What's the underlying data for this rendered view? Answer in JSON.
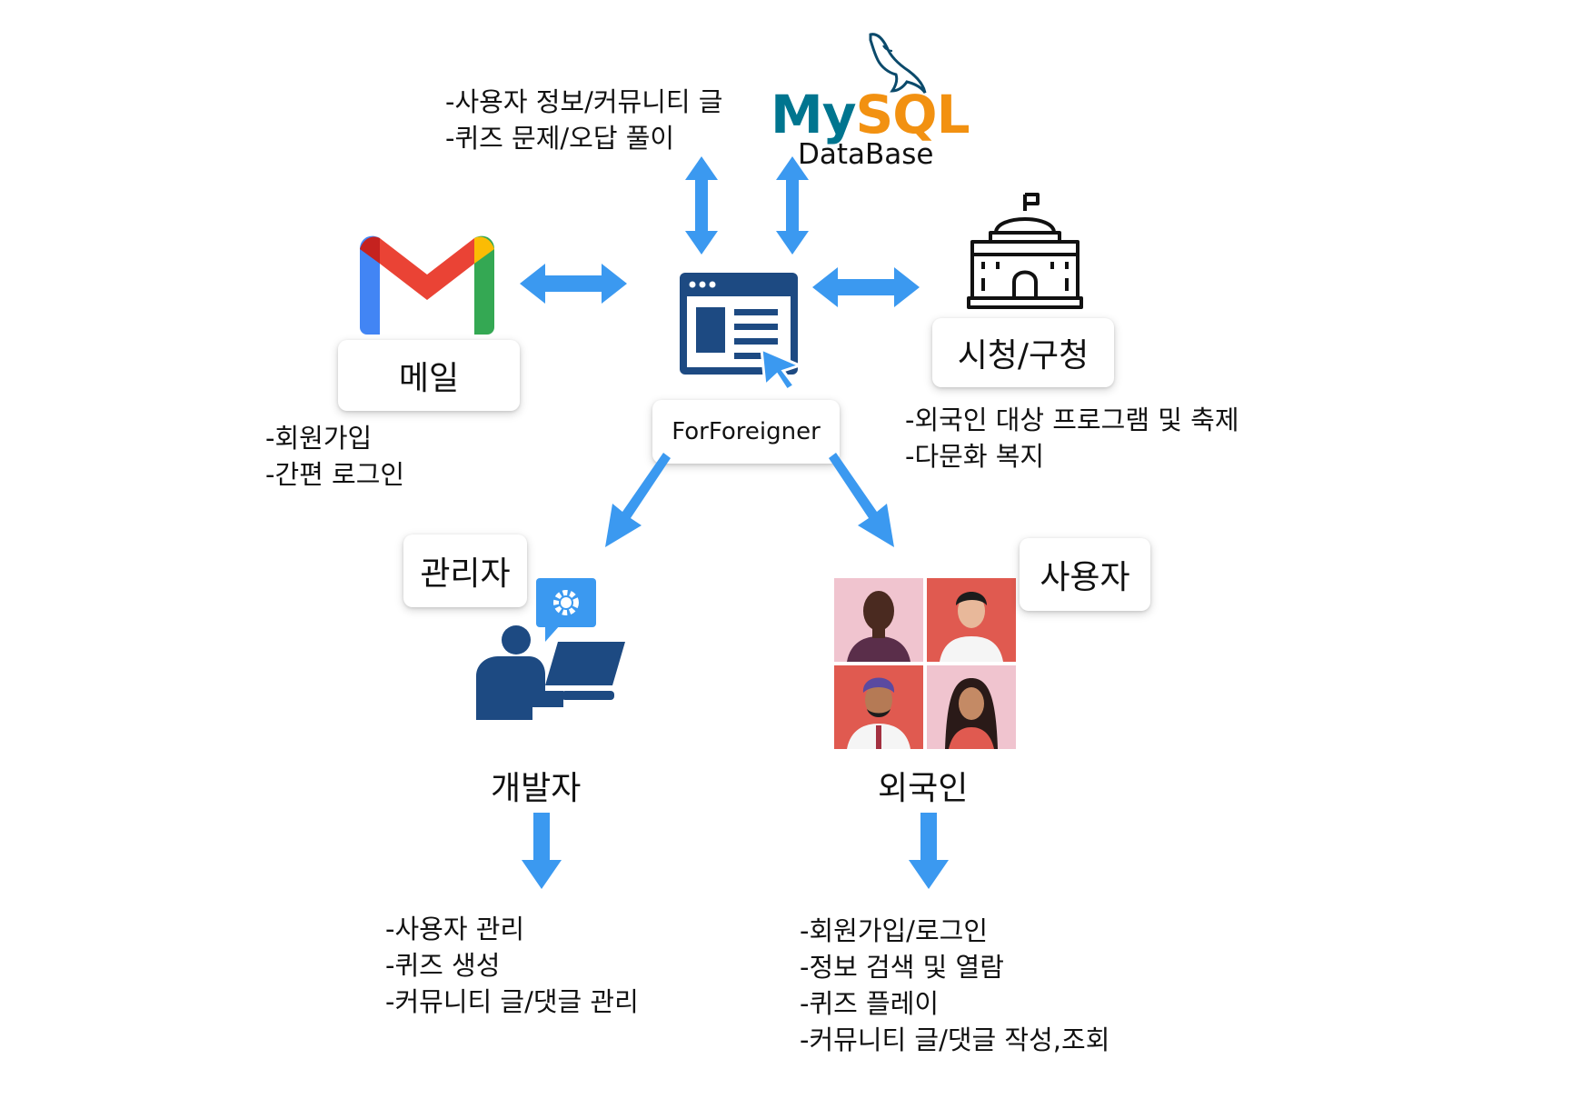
{
  "database": {
    "logo_text": "MySQL",
    "label": "DataBase",
    "notes": [
      "-사용자 정보/커뮤니티 글",
      "-퀴즈 문제/오답 풀이"
    ]
  },
  "center": {
    "label": "ForForeigner",
    "icon": "web-app-window-icon"
  },
  "mail": {
    "label": "메일",
    "icon": "gmail-icon",
    "notes": [
      "-회원가입",
      "-간편 로그인"
    ]
  },
  "government": {
    "label": "시청/구청",
    "icon": "city-hall-icon",
    "notes": [
      "-외국인 대상 프로그램 및 축제",
      "-다문화 복지"
    ]
  },
  "admin": {
    "label": "관리자",
    "sublabel": "개발자",
    "icon": "admin-settings-icon",
    "notes": [
      "-사용자 관리",
      "-퀴즈 생성",
      "-커뮤니티 글/댓글 관리"
    ]
  },
  "user": {
    "label": "사용자",
    "sublabel": "외국인",
    "icon": "foreigners-portraits-icon",
    "notes": [
      "-회원가입/로그인",
      "-정보 검색 및 열람",
      "-퀴즈 플레이",
      "-커뮤니티 글/댓글 작성,조회"
    ]
  },
  "colors": {
    "arrow": "#3b99f0",
    "app_icon": "#1d4a82",
    "mysql_blue": "#00758f",
    "mysql_orange": "#f29111",
    "gmail_red": "#ea4335",
    "gmail_blue": "#4285f4",
    "gmail_green": "#34a853",
    "gmail_yellow": "#fbbc04"
  }
}
